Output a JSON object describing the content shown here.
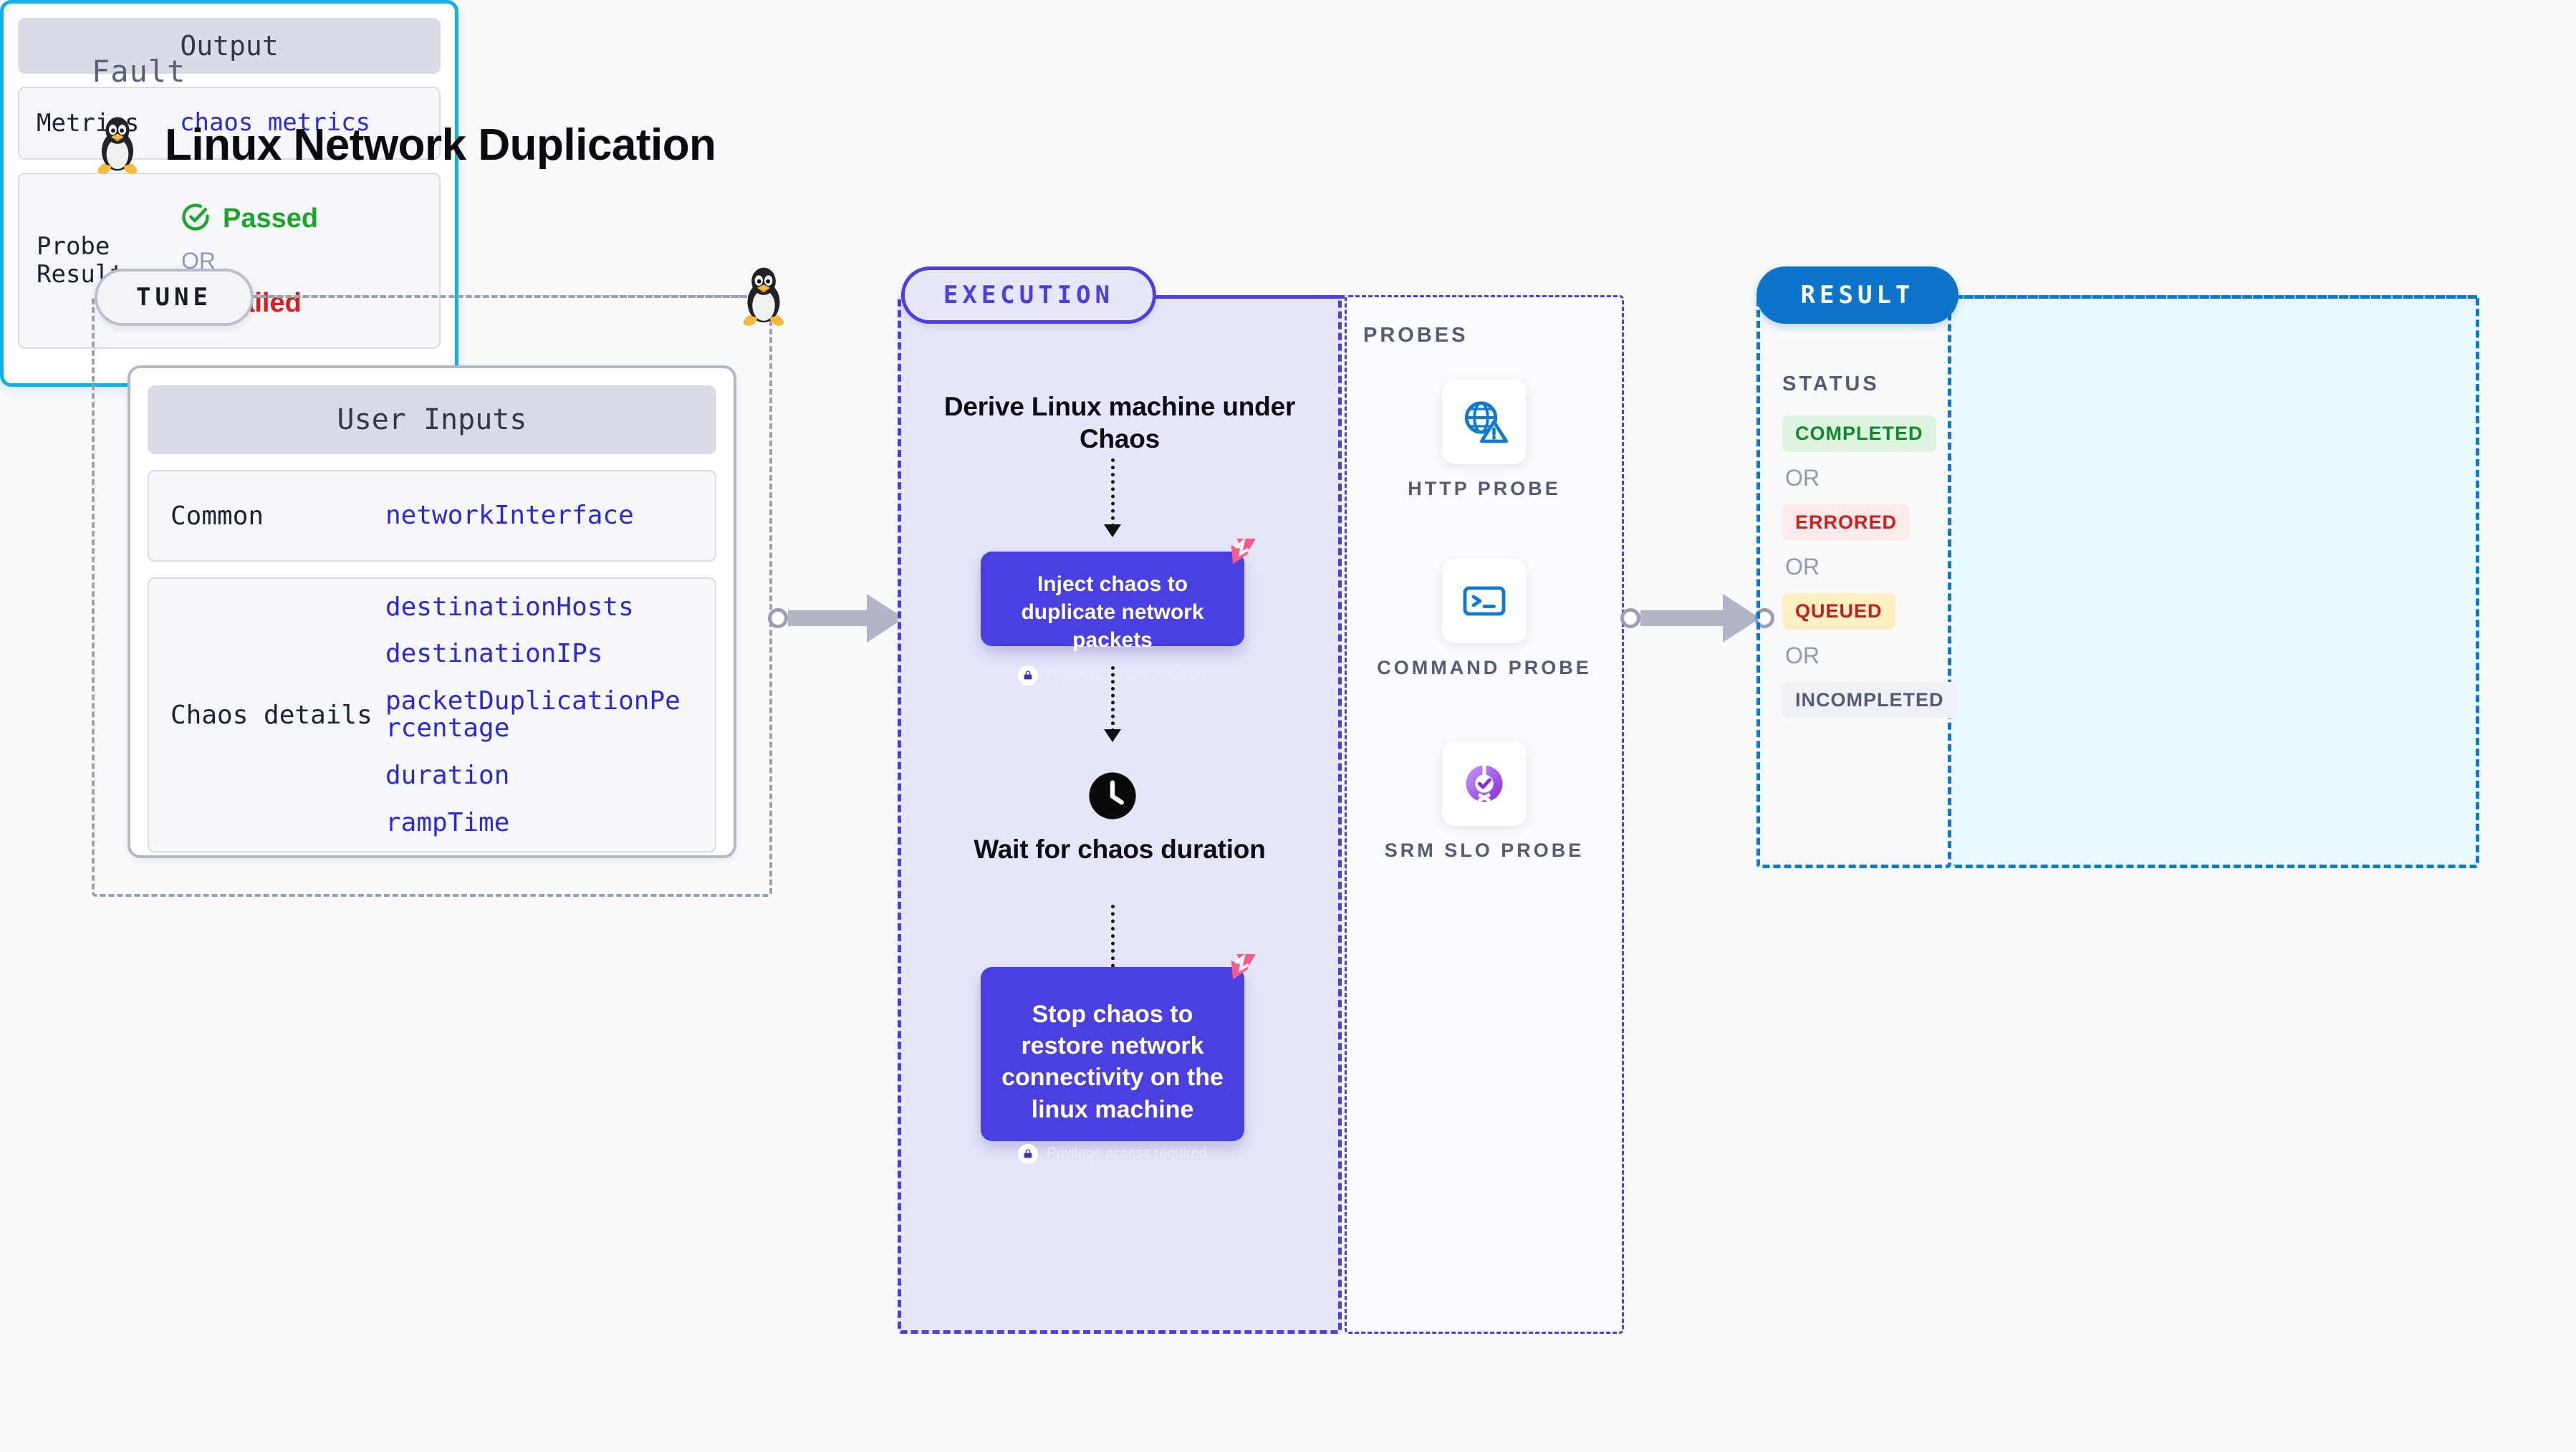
{
  "header": {
    "kicker": "Fault",
    "title": "Linux Network Duplication",
    "icon": "linux-penguin-icon"
  },
  "tune": {
    "pill_label": "TUNE",
    "icon": "linux-penguin-icon",
    "card": {
      "title": "User Inputs",
      "rows": [
        {
          "key": "Common",
          "values": [
            "networkInterface"
          ]
        },
        {
          "key": "Chaos details",
          "values": [
            "destinationHosts",
            "destinationIPs",
            "packetDuplicationPercentage",
            "duration",
            "rampTime"
          ]
        }
      ]
    }
  },
  "execution": {
    "pill_label": "EXECUTION",
    "steps": [
      {
        "type": "label",
        "text": "Derive Linux machine under Chaos"
      },
      {
        "type": "action",
        "text": "Inject chaos to duplicate network packets",
        "badge": "Privilege access required",
        "badge_icon": "lock-icon",
        "corner_icon": "harness-logo-icon"
      },
      {
        "type": "label",
        "text": "Wait for chaos duration",
        "icon": "clock-icon"
      },
      {
        "type": "action",
        "text": "Stop chaos to restore network connectivity on the linux machine",
        "badge": "Privilege access required",
        "badge_icon": "lock-icon",
        "corner_icon": "harness-logo-icon"
      }
    ]
  },
  "probes": {
    "label": "PROBES",
    "items": [
      {
        "name": "HTTP PROBE",
        "icon": "globe-warning-icon"
      },
      {
        "name": "COMMAND PROBE",
        "icon": "terminal-icon"
      },
      {
        "name": "SRM SLO PROBE",
        "icon": "slo-donut-check-icon"
      }
    ]
  },
  "result": {
    "pill_label": "RESULT",
    "status_label": "STATUS",
    "or_label": "OR",
    "statuses": [
      {
        "text": "COMPLETED",
        "bg": "#ddf5e0",
        "fg": "#108a28"
      },
      {
        "text": "ERRORED",
        "bg": "#fdeaea",
        "fg": "#cf2020"
      },
      {
        "text": "QUEUED",
        "bg": "#fdeec4",
        "fg": "#c01f1f"
      },
      {
        "text": "INCOMPLETED",
        "bg": "#f0f1f6",
        "fg": "#555c72"
      }
    ],
    "output": {
      "title": "Output",
      "metrics_key": "Metrics",
      "metrics_value": "chaos metrics",
      "probe_results_key": "Probe Results",
      "passed_label": "Passed",
      "passed_icon": "check-circle-icon",
      "or_label": "OR",
      "failed_label": "Failed",
      "failed_icon": "x-circle-icon"
    }
  },
  "colors": {
    "background": "#f8fafc",
    "tune_border": "#9aa1b4",
    "execution": "#4a3fe0",
    "execution_fill": "#e6e6fb",
    "result": "#0a7ad0",
    "result_fill": "#e9fafe",
    "output_border": "#11b0e8",
    "accent_value": "#2b2bd6",
    "harness_pink": "#fa5b8c",
    "connector": "#b2b4c8"
  }
}
